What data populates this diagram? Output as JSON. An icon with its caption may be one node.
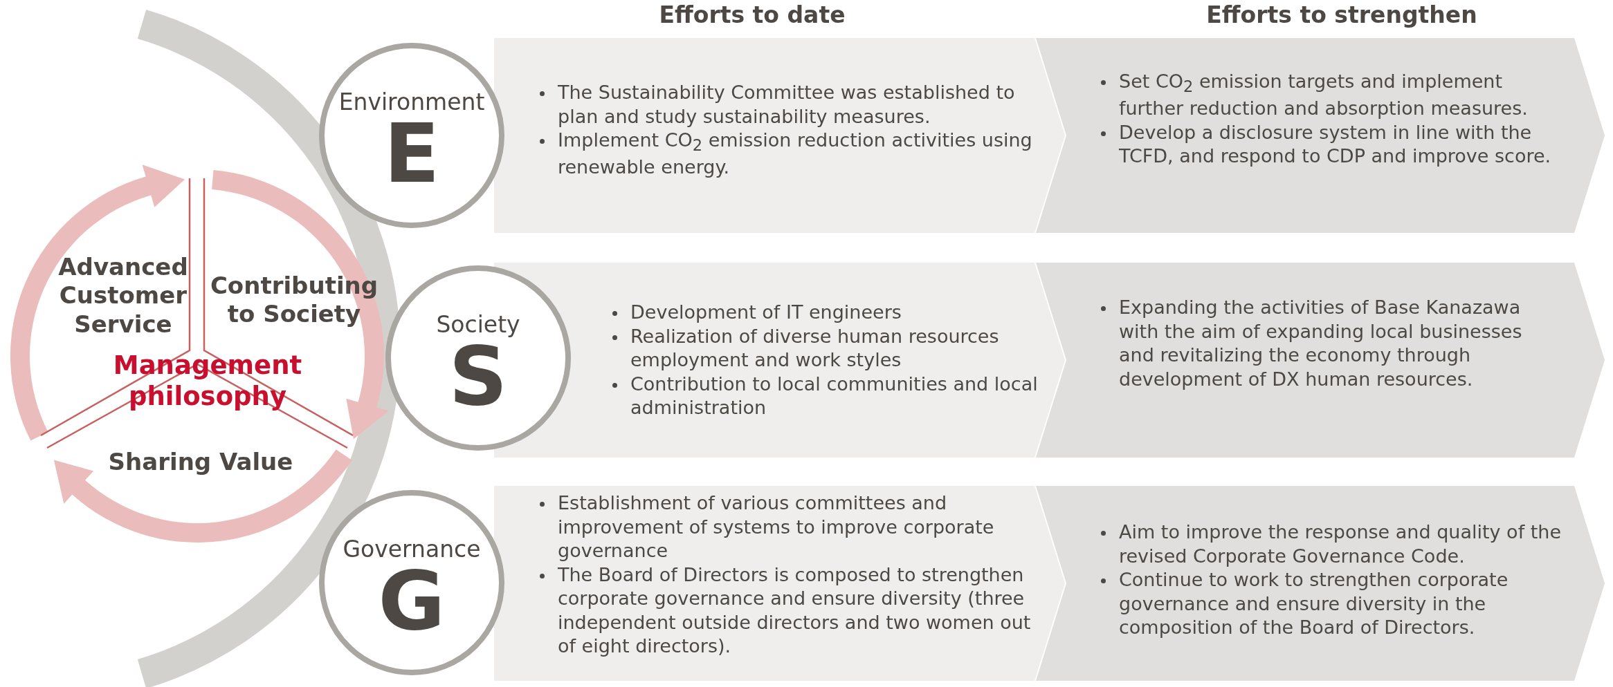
{
  "diagram": {
    "nodes": [
      {
        "text": [
          "Environment",
          "E"
        ]
      },
      {
        "text": [
          "The Sustainability Committee was established to plan and study sustainability measures.",
          "Implement CO$_{2}$ emission reduction activities using renewable energy."
        ]
      },
      {
        "text": [
          "Set CO$_{2}$ emission targets and implement further reduction and absorption measures.",
          "Develop a disclosure system in line with the TCFD, and respond to CDP and improve score."
        ]
      },
      {
        "text": [
          "Society",
          "S"
        ]
      },
      {
        "text": [
          "Development of IT engineers",
          "Realization of diverse human resources employment and work styles",
          "Contribution to local communities and local administration"
        ]
      },
      {
        "text": [
          "Expanding the activities of Base Kanazawa with the aim of expanding local businesses and revitalizing the economy through development of DX human resources."
        ]
      },
      {
        "text": [
          "Governance",
          "G"
        ]
      },
      {
        "text": [
          "Establishment of various committees and improvement of systems to improve corporate governance",
          "The Board of Directors is composed to strengthen corporate governance and ensure diversity (three independent outside directors and two women out of eight directors)."
        ]
      },
      {
        "text": [
          "Aim to improve the response and quality of the revised Corporate Governance Code.",
          "Continue to work to strengthen corporate governance and ensure diversity in the composition of the Board of Directors."
        ]
      }
    ],
    "labels": [
      "Efforts to date",
      "Efforts to strengthen",
      "Advanced Customer Service",
      "Contributing to Society",
      "Management philosophy",
      "Sharing Value"
    ]
  }
}
